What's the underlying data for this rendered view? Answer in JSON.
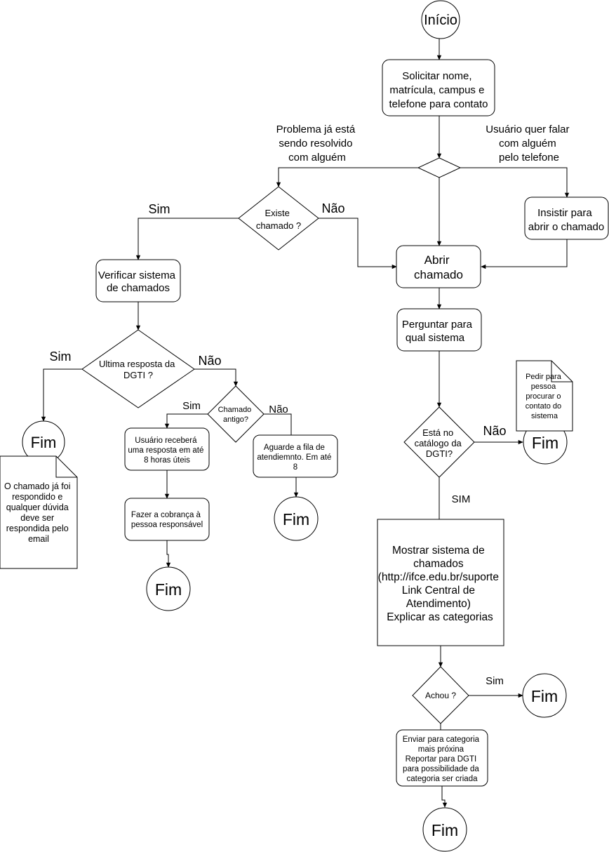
{
  "nodes": {
    "start": "Início",
    "request_info": [
      "Solicitar nome,",
      "matrícula, campus e",
      "telefone para contato"
    ],
    "insist": [
      "Insistir  para",
      "abrir o chamado"
    ],
    "exists_q": [
      "Existe",
      "chamado ?"
    ],
    "open_ticket": [
      "Abrir",
      "chamado"
    ],
    "check_system": [
      "Verificar sistema",
      "de chamados"
    ],
    "ask_system": [
      "Perguntar para",
      "qual sistema"
    ],
    "last_reply_q": [
      "Ultima resposta  da",
      "DGTI ?"
    ],
    "old_ticket_q": [
      "Chamado",
      "antigo?"
    ],
    "in_catalog_q": [
      "Está no",
      "catálogo da",
      "DGTI?"
    ],
    "reply_8h": [
      "Usuário receberá",
      "uma resposta em até",
      "8 horas úteis"
    ],
    "queue_8h": [
      "Aguarde a fila de",
      "atendiemnto. Em até",
      "8"
    ],
    "charge": [
      "Fazer a cobrança à",
      "pessoa responsável"
    ],
    "show_system": [
      "Mostrar sistema de",
      "chamados",
      "(http://ifce.edu.br/suporte",
      "Link Central de",
      "Atendimento)",
      "Explicar as categorias"
    ],
    "found_q": "Achou ?",
    "send_category": [
      "Enviar para categoria",
      "mais próxina",
      "Reportar para DGTI",
      "para possibilidade da",
      "categoria ser criada"
    ],
    "end_label": "Fim"
  },
  "notes": {
    "answered": [
      "O chamado já foi",
      "respondido e",
      "qualquer dúvida",
      "deve ser",
      "respondida pelo",
      "email"
    ],
    "ask_person": [
      "Pedir para",
      "pessoa",
      "procurar o",
      "contato do",
      "sistema"
    ]
  },
  "edge_labels": {
    "already_solving": [
      "Problema já está",
      "sendo resolvido",
      "com alguém"
    ],
    "wants_phone": [
      "Usuário quer falar",
      "com alguém",
      "pelo telefone"
    ],
    "sim": "Sim",
    "nao": "Não",
    "sim_caps": "SIM"
  }
}
